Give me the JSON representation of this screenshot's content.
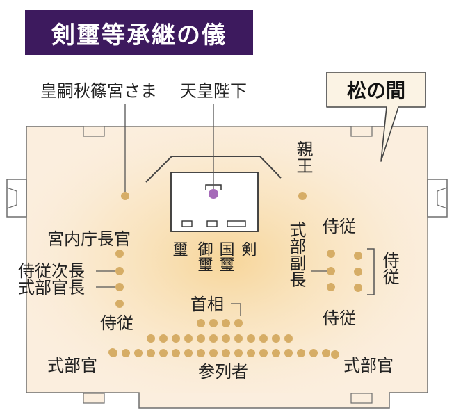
{
  "title": "剣璽等承継の儀",
  "room_label": "松の間",
  "labels": {
    "crown_prince": "皇嗣秋篠宮さま",
    "emperor": "天皇陛下",
    "princes": "親王",
    "imperial_household_head": "宮内庁長官",
    "deputy_grand_chamberlain": "侍従次長",
    "master_of_ceremonies_left": "式部官長",
    "chamberlain_left": "侍従",
    "ceremonial_officer_left": "式部官",
    "ceremonial_officer_right": "式部官",
    "deputy_master": "式部副長",
    "chamberlain_right_top": "侍従",
    "chamberlain_right_bottom": "侍従",
    "chamberlains_bracket": "侍従",
    "prime_minister": "首相",
    "attendees": "参列者"
  },
  "regalia": {
    "sword": "剣",
    "state_seal": "国璽",
    "privy_seal": "御璽",
    "jewel": "璽"
  },
  "colors": {
    "title_bg": "#3d1a5e",
    "floor": "#fbeede",
    "floor_glow": "#f7d99a",
    "person_dot": "#d6ad66",
    "emperor_dot": "#a56ab8",
    "room_label_bg": "#fbf3e4"
  },
  "attendee_counts": [
    4,
    12,
    18
  ]
}
